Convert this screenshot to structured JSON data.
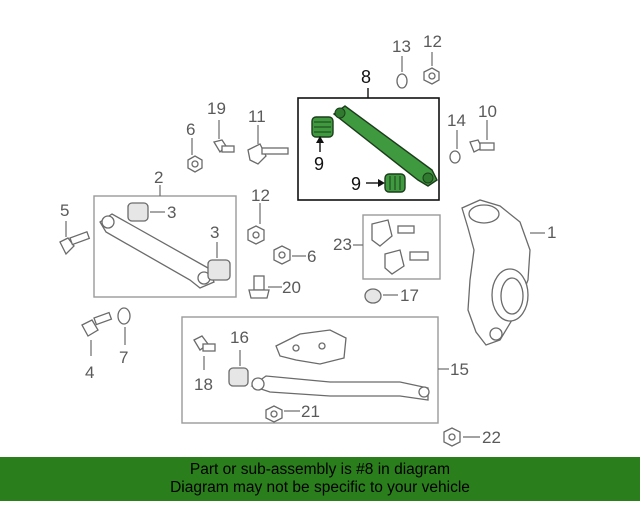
{
  "callouts": {
    "c1": "1",
    "c2": "2",
    "c3a": "3",
    "c3b": "3",
    "c4": "4",
    "c5": "5",
    "c6a": "6",
    "c6b": "6",
    "c7": "7",
    "c8": "8",
    "c9a": "9",
    "c9b": "9",
    "c10": "10",
    "c11": "11",
    "c12a": "12",
    "c12b": "12",
    "c13": "13",
    "c14": "14",
    "c15": "15",
    "c16": "16",
    "c17": "17",
    "c18": "18",
    "c19": "19",
    "c20": "20",
    "c21": "21",
    "c22": "22",
    "c23": "23"
  },
  "banner": {
    "line1": "Part or sub-assembly is #8 in diagram",
    "line2": "Diagram may not be specific to your vehicle"
  },
  "colors": {
    "highlight": "#3f9a3f",
    "banner": "#2a7f1c"
  }
}
